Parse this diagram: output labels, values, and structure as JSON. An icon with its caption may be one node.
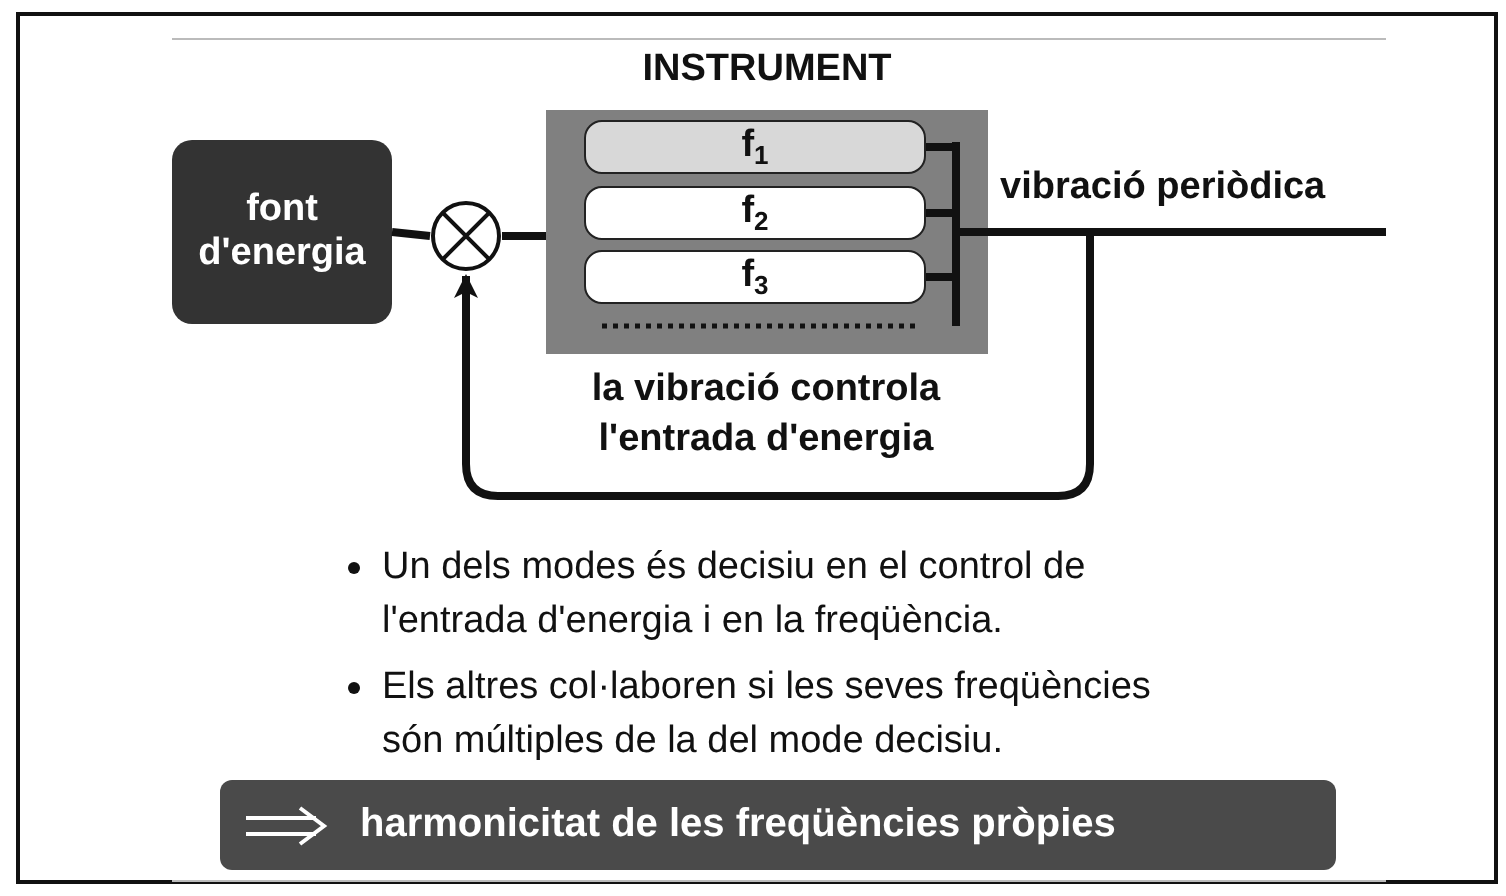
{
  "diagram": {
    "nodes": [
      {
        "text": [
          "font d'energia"
        ]
      },
      {
        "text": [],
        "shape": "circle"
      },
      {
        "text": [
          "INSTRUMENT"
        ]
      },
      {
        "text": [
          "f$_{1}$"
        ],
        "in": 2
      },
      {
        "text": [
          "f$_{2}$"
        ],
        "in": 2
      },
      {
        "text": [
          "f$_{3}$"
        ],
        "in": 2
      },
      {
        "text": [],
        "shape": "bar",
        "in": 2
      },
      {
        "text": [
          "harmonicitat de les freqüències pròpies"
        ]
      }
    ],
    "edges": [
      {
        "from": 0,
        "to": 1,
        "arrow": "none"
      },
      {
        "from": 1,
        "to": 2,
        "arrow": "none"
      },
      {
        "from": 3,
        "to": 6,
        "arrow": "none"
      },
      {
        "from": 4,
        "to": 6,
        "arrow": "none"
      },
      {
        "from": 5,
        "to": 6,
        "arrow": "none"
      },
      {
        "from": 6,
        "to": null,
        "arrow": "none",
        "label": "vibració periòdica"
      },
      {
        "from": null,
        "to": 1,
        "arrow": "to"
      }
    ],
    "labels": [
      "la vibració controla l'entrada d'energia",
      "Un dels modes és decisiu en el control de l'entrada d'energia i en la freqüència.",
      "Els altres col·laboren si les seves freqüències són múltiples de la del mode decisiu."
    ]
  }
}
